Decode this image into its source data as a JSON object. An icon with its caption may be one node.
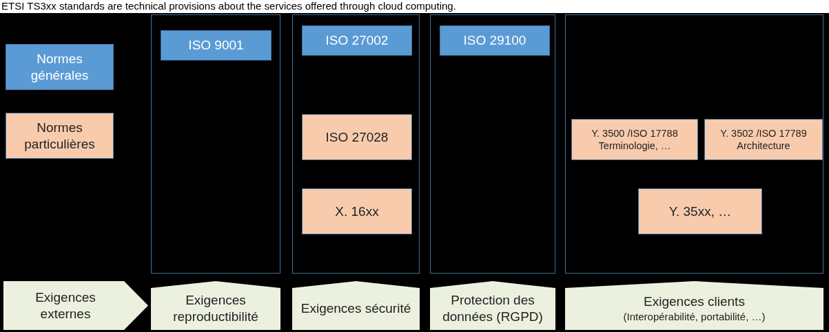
{
  "diagram": {
    "nodes": [
      {
        "text": [
          "Normes générales"
        ]
      },
      {
        "text": [
          "Normes particulières"
        ]
      },
      {
        "text": [],
        "shape": "box"
      },
      {
        "text": [
          "ISO 9001"
        ],
        "in": 2
      },
      {
        "text": [],
        "shape": "box"
      },
      {
        "text": [
          "ISO 27002"
        ],
        "in": 4
      },
      {
        "text": [
          "ISO 27028"
        ],
        "in": 4
      },
      {
        "text": [
          "X. 16xx"
        ],
        "in": 4
      },
      {
        "text": [],
        "shape": "box"
      },
      {
        "text": [
          "ISO 29100"
        ],
        "in": 8
      },
      {
        "text": [],
        "shape": "box"
      },
      {
        "text": [
          "Y. 3500 /ISO 17788 Terminologie, …"
        ],
        "in": 10
      },
      {
        "text": [
          "Y. 3502 /ISO 17789 Architecture"
        ],
        "in": 10
      },
      {
        "text": [
          "Y. 35xx, …"
        ],
        "in": 10
      },
      {
        "text": [
          "Exigences externes"
        ]
      },
      {
        "text": [
          "Exigences reproductibilité"
        ]
      },
      {
        "text": [
          "Exigences sécurité"
        ]
      },
      {
        "text": [
          "Protection des données (RGPD)"
        ]
      },
      {
        "text": [
          "Exigences clients",
          "(Interopérabilité, portabilité, …)"
        ]
      }
    ],
    "edges": [],
    "labels": [
      "ETSI TS3xx standards are technical provisions about the services offered through cloud computing."
    ]
  }
}
